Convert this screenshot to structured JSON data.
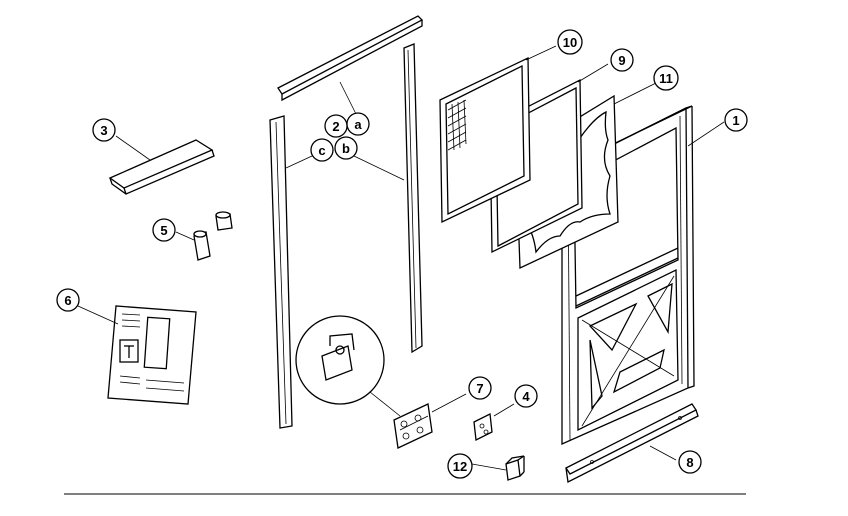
{
  "callouts": [
    {
      "id": "c1",
      "label": "1"
    },
    {
      "id": "c2",
      "label": "2"
    },
    {
      "id": "ca",
      "label": "a"
    },
    {
      "id": "cb",
      "label": "b"
    },
    {
      "id": "cc",
      "label": "c"
    },
    {
      "id": "c3",
      "label": "3"
    },
    {
      "id": "c4",
      "label": "4"
    },
    {
      "id": "c5",
      "label": "5"
    },
    {
      "id": "c6",
      "label": "6"
    },
    {
      "id": "c7",
      "label": "7"
    },
    {
      "id": "c8",
      "label": "8"
    },
    {
      "id": "c9",
      "label": "9"
    },
    {
      "id": "c10",
      "label": "10"
    },
    {
      "id": "c11",
      "label": "11"
    },
    {
      "id": "c12",
      "label": "12"
    }
  ]
}
